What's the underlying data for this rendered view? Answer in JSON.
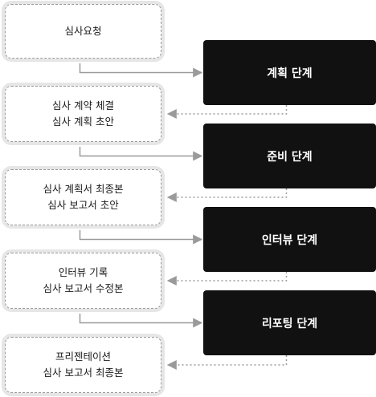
{
  "left_boxes": [
    {
      "lines": [
        "심사요청"
      ]
    },
    {
      "lines": [
        "심사 계약 체결",
        "심사 계획 초안"
      ]
    },
    {
      "lines": [
        "심사 계획서 최종본",
        "심사 보고서 초안"
      ]
    },
    {
      "lines": [
        "인터뷰 기록",
        "심사 보고서 수정본"
      ]
    },
    {
      "lines": [
        "프리젠테이션",
        "심사 보고서 최종본"
      ]
    }
  ],
  "stages": [
    {
      "label": "계획 단계"
    },
    {
      "label": "준비 단계"
    },
    {
      "label": "인터뷰 단계"
    },
    {
      "label": "리포팅 단계"
    }
  ],
  "colors": {
    "stage_fill": "#111111",
    "stage_text": "#ffffff",
    "connector": "#9a9a9a",
    "box_border": "#9a9a9a",
    "box_halo": "#e6e6e6"
  }
}
